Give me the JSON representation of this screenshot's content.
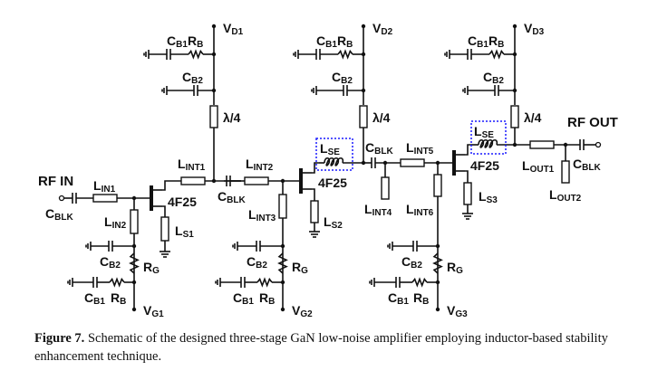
{
  "figure": {
    "caption_label": "Figure 7.",
    "caption_text": " Schematic of the designed three-stage GaN low-noise amplifier employing inductor-based stability enhancement technique."
  },
  "ports": {
    "input": "RF IN",
    "output": "RF OUT"
  },
  "transistor_label": "4F25",
  "stages": [
    {
      "drain_supply": {
        "main": "V",
        "sub": "D1"
      },
      "gate_supply": {
        "main": "V",
        "sub": "G1"
      },
      "source_inductor": {
        "main": "L",
        "sub": "S1"
      }
    },
    {
      "drain_supply": {
        "main": "V",
        "sub": "D2"
      },
      "gate_supply": {
        "main": "V",
        "sub": "G2"
      },
      "source_inductor": {
        "main": "L",
        "sub": "S2"
      }
    },
    {
      "drain_supply": {
        "main": "V",
        "sub": "D3"
      },
      "gate_supply": {
        "main": "V",
        "sub": "G3"
      },
      "source_inductor": {
        "main": "L",
        "sub": "S3"
      }
    }
  ],
  "bias": {
    "cb1": {
      "main": "C",
      "sub": "B1"
    },
    "cb2": {
      "main": "C",
      "sub": "B2"
    },
    "rb": {
      "main": "R",
      "sub": "B"
    },
    "rg": {
      "main": "R",
      "sub": "G"
    },
    "quarter_wave": "λ/4"
  },
  "components": {
    "cblk": {
      "main": "C",
      "sub": "BLK"
    },
    "lin1": {
      "main": "L",
      "sub": "IN1"
    },
    "lin2": {
      "main": "L",
      "sub": "IN2"
    },
    "lint1": {
      "main": "L",
      "sub": "INT1"
    },
    "lint2": {
      "main": "L",
      "sub": "INT2"
    },
    "lint3": {
      "main": "L",
      "sub": "INT3"
    },
    "lint4": {
      "main": "L",
      "sub": "INT4"
    },
    "lint5": {
      "main": "L",
      "sub": "INT5"
    },
    "lint6": {
      "main": "L",
      "sub": "INT6"
    },
    "lout1": {
      "main": "L",
      "sub": "OUT1"
    },
    "lout2": {
      "main": "L",
      "sub": "OUT2"
    },
    "lse": {
      "main": "L",
      "sub": "SE"
    }
  },
  "colors": {
    "highlight_box": "#1a1aff",
    "wire": "#111111"
  }
}
